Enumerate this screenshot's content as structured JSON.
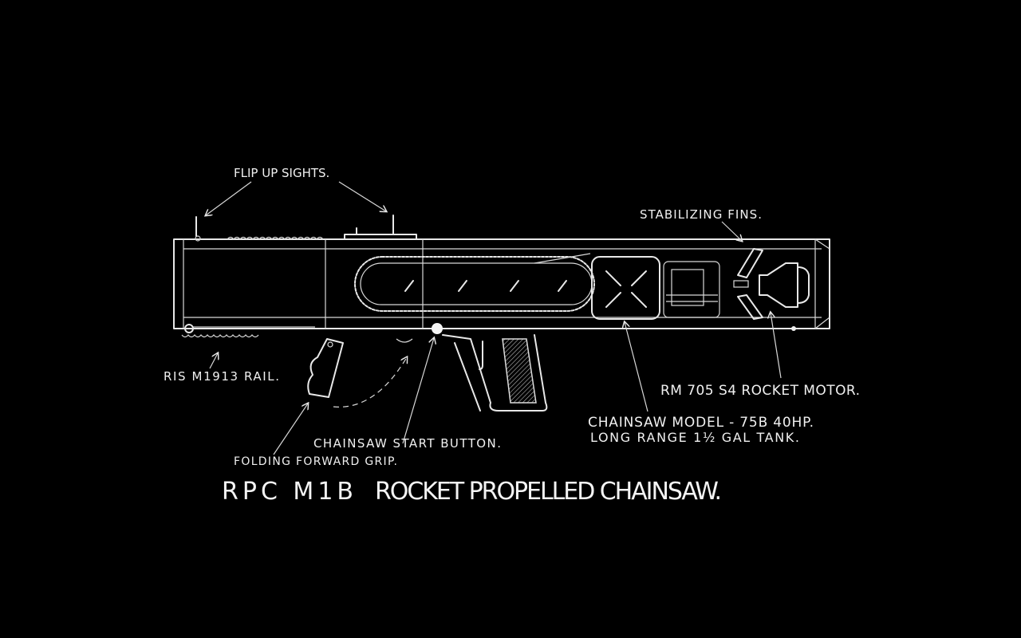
{
  "labels": {
    "flip_up_sights": "FLIP UP SIGHTS.",
    "stabilizing_fins": "STABILIZING FINS.",
    "ris_rail": "RIS M1913 RAIL.",
    "rocket_motor": "RM 705 S4 ROCKET MOTOR.",
    "chainsaw_model": "CHAINSAW MODEL - 75B 40HP.",
    "tank": "LONG RANGE 1½ GAL TANK.",
    "start_button": "CHAINSAW START BUTTON.",
    "forward_grip": "FOLDING FORWARD GRIP."
  },
  "title": {
    "model": "RPC M1B",
    "name": "ROCKET PROPELLED CHAINSAW."
  },
  "colors": {
    "background": "#000000",
    "ink": "#eeeeee"
  }
}
